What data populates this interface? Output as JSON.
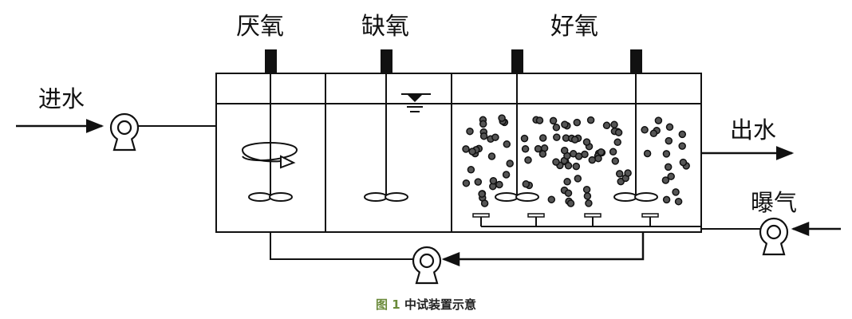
{
  "zones": {
    "anaerobic": "厌氧",
    "anoxic": "缺氧",
    "aerobic": "好氧"
  },
  "labels": {
    "inflow": "进水",
    "outflow": "出水",
    "aeration": "曝气"
  },
  "caption": {
    "figure": "图 1",
    "title": " 中试装置示意"
  }
}
